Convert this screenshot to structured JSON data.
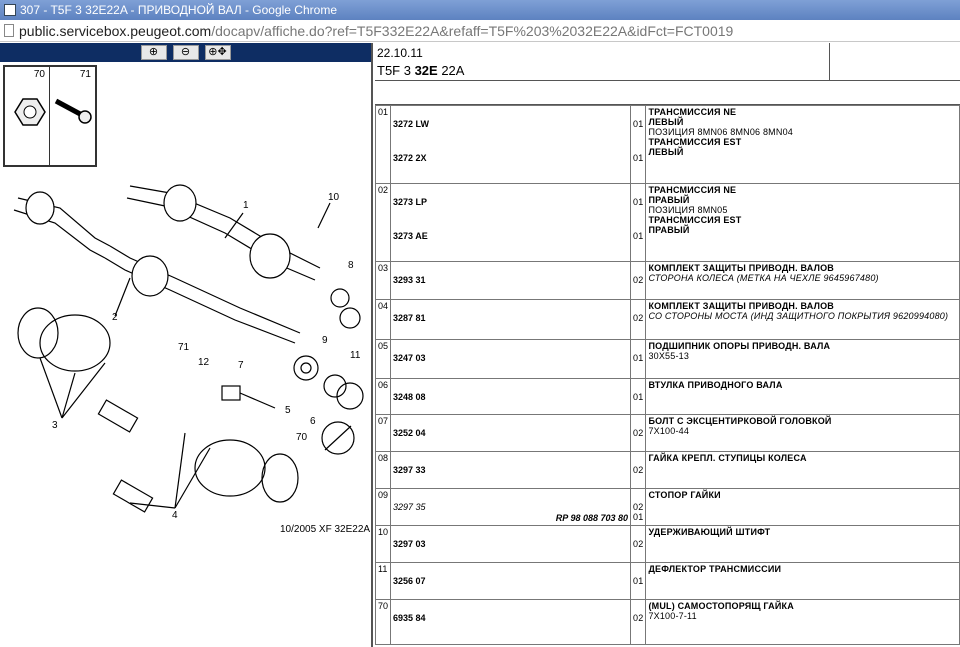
{
  "window": {
    "title": "307 - T5F 3 32E22A - ПРИВОДНОЙ ВАЛ - Google Chrome"
  },
  "address": {
    "host": "public.servicebox.peugeot.com",
    "path": "/docapv/affiche.do?ref=T5F332E22A&refaff=T5F%203%2032E22A&idFct=FCT0019"
  },
  "toolbar": {
    "zoom_in": "⊕",
    "zoom_out": "⊖",
    "zoom_fit": "⊕✥"
  },
  "legend": {
    "a": "70",
    "b": "71"
  },
  "diagram": {
    "caption": "10/2005  XF 32E22A",
    "callouts": [
      "1",
      "2",
      "3",
      "4",
      "5",
      "6",
      "7",
      "8",
      "9",
      "10",
      "11",
      "12",
      "70",
      "71"
    ]
  },
  "header": {
    "date": "22.10.11",
    "ref_a": "T5F 3 ",
    "ref_b": "32E",
    "ref_c": " 22A"
  },
  "rows": [
    {
      "pos": "01",
      "lines": [
        {
          "ref": "3272 LW",
          "qty": "01",
          "desc": [
            "ТРАНСМИССИЯ NE",
            "ЛЕВЫЙ"
          ],
          "note": "ПОЗИЦИЯ 8MN06 8MN06 8MN04"
        },
        {
          "ref": "3272 2X",
          "qty": "01",
          "desc": [
            "ТРАНСМИССИЯ EST",
            "ЛЕВЫЙ"
          ],
          "note": ""
        }
      ]
    },
    {
      "pos": "02",
      "lines": [
        {
          "ref": "3273 LP",
          "qty": "01",
          "desc": [
            "ТРАНСМИССИЯ NE",
            "ПРАВЫЙ"
          ],
          "note": "ПОЗИЦИЯ 8MN05"
        },
        {
          "ref": "3273 AE",
          "qty": "01",
          "desc": [
            "ТРАНСМИССИЯ EST",
            "ПРАВЫЙ"
          ],
          "note": ""
        }
      ]
    },
    {
      "pos": "03",
      "ref": "3293 31",
      "qty": "02",
      "desc": "КОМПЛЕКТ ЗАЩИТЫ ПРИВОДН. ВАЛОВ",
      "note": "СТОРОНА КОЛЕСА (МЕТКА НА ЧЕХЛЕ 9645967480)"
    },
    {
      "pos": "04",
      "ref": "3287 81",
      "qty": "02",
      "desc": "КОМПЛЕКТ ЗАЩИТЫ ПРИВОДН. ВАЛОВ",
      "note": "СО СТОРОНЫ МОСТА (ИНД ЗАЩИТНОГО ПОКРЫТИЯ 9620994080)"
    },
    {
      "pos": "05",
      "ref": "3247 03",
      "qty": "01",
      "desc": "ПОДШИПНИК ОПОРЫ ПРИВОДН. ВАЛА",
      "note": "30X55-13"
    },
    {
      "pos": "06",
      "ref": "3248 08",
      "qty": "01",
      "desc": "ВТУЛКА ПРИВОДНОГО ВАЛА",
      "note": ""
    },
    {
      "pos": "07",
      "ref": "3252 04",
      "qty": "02",
      "desc": "БОЛТ С ЭКСЦЕНТИРКОВОЙ ГОЛОВКОЙ",
      "note": "7X100-44"
    },
    {
      "pos": "08",
      "ref": "3297 33",
      "qty": "02",
      "desc": "ГАЙКА КРЕПЛ. СТУПИЦЫ КОЛЕСА",
      "note": ""
    },
    {
      "pos": "09",
      "ref": "3297 35",
      "alt": "RP 98 088 703 80",
      "qty": "02",
      "qty2": "01",
      "desc": "СТОПОР ГАЙКИ",
      "note": ""
    },
    {
      "pos": "10",
      "ref": "3297 03",
      "qty": "02",
      "desc": "УДЕРЖИВАЮЩИЙ ШТИФТ",
      "note": ""
    },
    {
      "pos": "11",
      "ref": "3256 07",
      "qty": "01",
      "desc": "ДЕФЛЕКТОР ТРАНСМИССИИ",
      "note": ""
    },
    {
      "pos": "70",
      "ref": "6935 84",
      "qty": "02",
      "desc": "(MUL) САМОСТОПОРЯЩ ГАЙКА",
      "note": "7X100-7-11"
    }
  ]
}
